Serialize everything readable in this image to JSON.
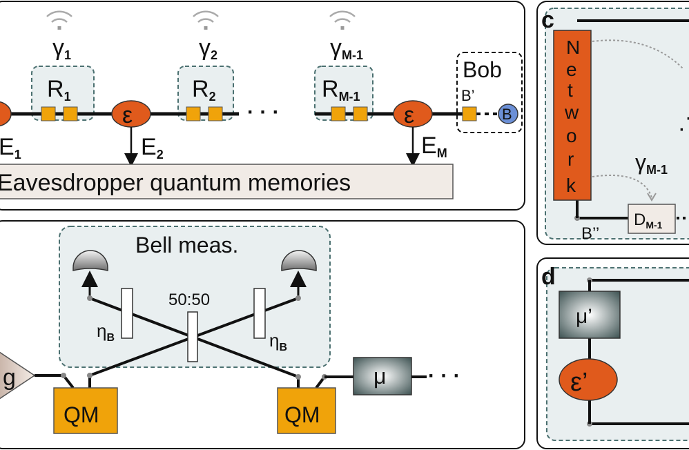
{
  "panel_a": {
    "repeater_labels": [
      "R₁",
      "R₂",
      "R_M-1"
    ],
    "gamma_labels": [
      "γ₁",
      "γ₂",
      "γ_M-1"
    ],
    "eve_labels": [
      "E₁",
      "E₂",
      "E_M"
    ],
    "eve_symbol": "ε",
    "bob_label": "Bob",
    "b_prime": "B’",
    "b_node": "B",
    "eaves_box": "Eavesdropper quantum memories",
    "dots": "· · ·"
  },
  "panel_b": {
    "bell_label": "Bell meas.",
    "splitter": "50:50",
    "eta_left": "η",
    "eta_right": "η",
    "eta_sub": "B",
    "qm_left": "QM",
    "qm_right": "QM",
    "mu": "μ",
    "g": "g",
    "dots": "· · ·"
  },
  "panel_c": {
    "letter": "c",
    "network_letters": [
      "N",
      "e",
      "t",
      "w",
      "o",
      "r",
      "k"
    ],
    "gamma": "γ",
    "gamma_sub": "M-1",
    "d_label": "D",
    "d_sub": "M-1",
    "b_double": "B’’"
  },
  "panel_d": {
    "letter": "d",
    "mu_prime": "μ’",
    "eps_prime": "ε’"
  },
  "colors": {
    "orange_red": "#e05a1c",
    "memory": "#f0a30a",
    "panel_bg": "#e9eff0",
    "bob_node": "#6b8fd6",
    "dash": "#4b7070"
  }
}
